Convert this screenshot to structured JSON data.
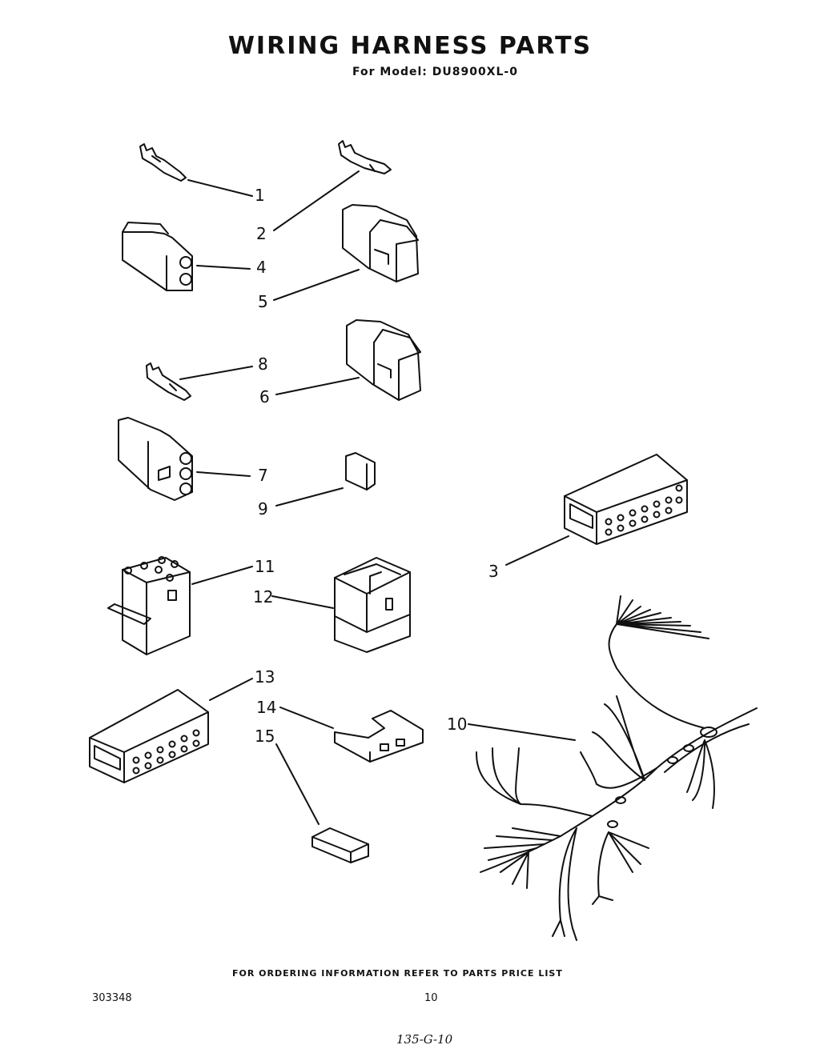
{
  "header": {
    "title": "WIRING HARNESS PARTS",
    "subtitle": "For Model: DU8900XL-0"
  },
  "callouts": [
    {
      "id": "c1",
      "label": "1"
    },
    {
      "id": "c2",
      "label": "2"
    },
    {
      "id": "c4",
      "label": "4"
    },
    {
      "id": "c5",
      "label": "5"
    },
    {
      "id": "c8",
      "label": "8"
    },
    {
      "id": "c6",
      "label": "6"
    },
    {
      "id": "c7",
      "label": "7"
    },
    {
      "id": "c9",
      "label": "9"
    },
    {
      "id": "c3",
      "label": "3"
    },
    {
      "id": "c11",
      "label": "11"
    },
    {
      "id": "c12",
      "label": "12"
    },
    {
      "id": "c13",
      "label": "13"
    },
    {
      "id": "c14",
      "label": "14"
    },
    {
      "id": "c15",
      "label": "15"
    },
    {
      "id": "c10",
      "label": "10"
    }
  ],
  "footer": {
    "note": "FOR ORDERING INFORMATION REFER TO PARTS PRICE LIST",
    "doc_number": "303348",
    "page_number": "10",
    "handwritten": "135-G-10"
  }
}
